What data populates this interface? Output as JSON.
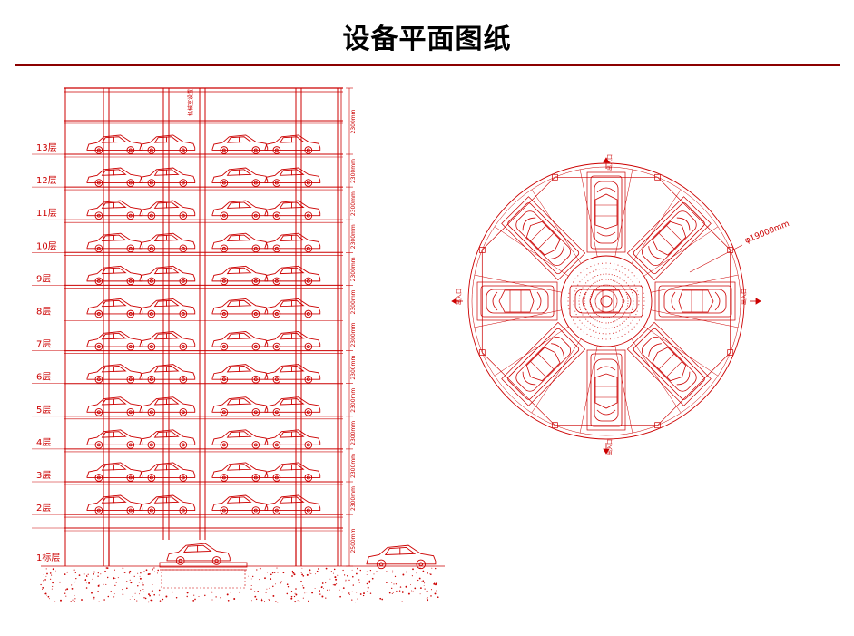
{
  "title": "设备平面图纸",
  "colors": {
    "line": "#cc0000",
    "title_rule": "#8b0000",
    "title_text": "#000000"
  },
  "elevation": {
    "floor_labels": [
      "13层",
      "12层",
      "11层",
      "10层",
      "9层",
      "8层",
      "7层",
      "6层",
      "5层",
      "4层",
      "3层",
      "2层",
      "1标层"
    ],
    "dimension_labels": [
      "2300mm",
      "2300mm",
      "2300mm",
      "2300mm",
      "2300mm",
      "2300mm",
      "2300mm",
      "2300mm",
      "2300mm",
      "2300mm",
      "2300mm",
      "2300mm",
      "2500mm"
    ],
    "top_label": "机械室设置",
    "car_icon": "car-side-icon"
  },
  "plan": {
    "diameter_label": "φ19000mm",
    "entrance_label": "出入口",
    "car_icon": "car-top-icon"
  }
}
